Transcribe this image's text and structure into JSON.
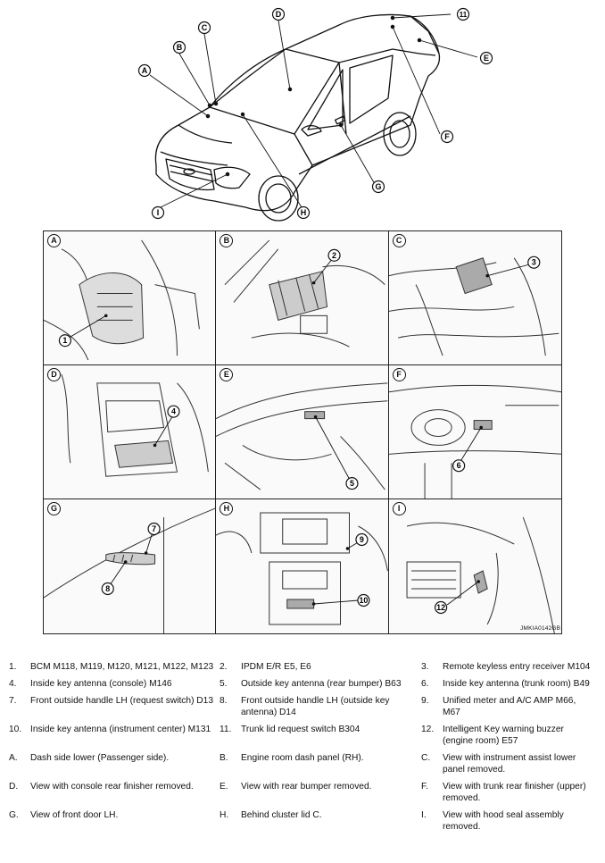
{
  "car_callouts": [
    "A",
    "B",
    "C",
    "D",
    "E",
    "F",
    "G",
    "H",
    "I",
    "11"
  ],
  "panels": [
    {
      "letter": "A",
      "callout": "1"
    },
    {
      "letter": "B",
      "callout": "2"
    },
    {
      "letter": "C",
      "callout": "3"
    },
    {
      "letter": "D",
      "callout": "4"
    },
    {
      "letter": "E",
      "callout": "5"
    },
    {
      "letter": "F",
      "callout": "6"
    },
    {
      "letter": "G",
      "callouts": [
        "7",
        "8"
      ]
    },
    {
      "letter": "H",
      "callouts": [
        "9",
        "10"
      ]
    },
    {
      "letter": "I",
      "callout": "12"
    }
  ],
  "figure_code": "JMKIA0142GB",
  "legend": [
    [
      {
        "num": "1.",
        "text": "BCM M118, M119, M120, M121, M122, M123"
      },
      {
        "num": "2.",
        "text": "IPDM E/R E5, E6"
      },
      {
        "num": "3.",
        "text": "Remote keyless entry receiver M104"
      }
    ],
    [
      {
        "num": "4.",
        "text": "Inside key antenna (console) M146"
      },
      {
        "num": "5.",
        "text": "Outside key antenna (rear bumper) B63"
      },
      {
        "num": "6.",
        "text": "Inside key antenna (trunk room) B49"
      }
    ],
    [
      {
        "num": "7.",
        "text": "Front outside handle LH (request switch) D13"
      },
      {
        "num": "8.",
        "text": "Front outside handle LH (outside key antenna) D14"
      },
      {
        "num": "9.",
        "text": "Unified meter and A/C AMP M66, M67"
      }
    ],
    [
      {
        "num": "10.",
        "text": "Inside key antenna (instrument center) M131"
      },
      {
        "num": "11.",
        "text": "Trunk lid request switch B304"
      },
      {
        "num": "12.",
        "text": "Intelligent Key warning buzzer (engine room) E57"
      }
    ],
    [
      {
        "num": "A.",
        "text": "Dash side lower (Passenger side)."
      },
      {
        "num": "B.",
        "text": "Engine room dash panel (RH)."
      },
      {
        "num": "C.",
        "text": " View with instrument assist lower panel removed."
      }
    ],
    [
      {
        "num": "D.",
        "text": "View with console rear finisher removed."
      },
      {
        "num": "E.",
        "text": "View with rear bumper removed."
      },
      {
        "num": "F.",
        "text": "View with trunk rear finisher (upper) removed."
      }
    ],
    [
      {
        "num": "G.",
        "text": "View of front door LH."
      },
      {
        "num": "H.",
        "text": "Behind cluster lid C."
      },
      {
        "num": "I.",
        "text": "View with hood seal assembly removed."
      }
    ]
  ]
}
